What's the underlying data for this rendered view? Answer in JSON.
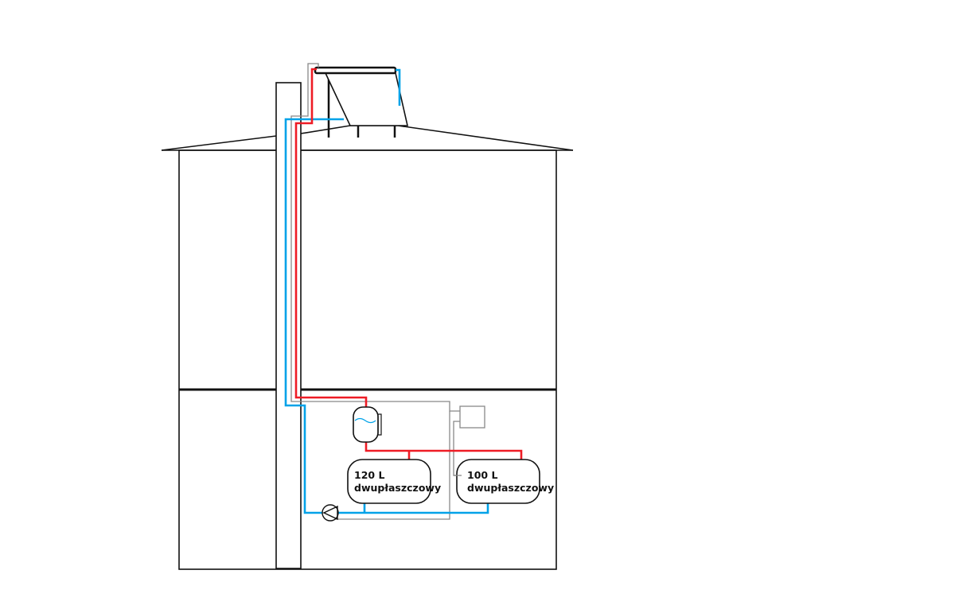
{
  "diagram": {
    "tank_120": {
      "volume": "120 L",
      "type": "dwupłaszczowy"
    },
    "tank_100": {
      "volume": "100 L",
      "type": "dwupłaszczowy"
    },
    "colors": {
      "hot": "#ee1c25",
      "cold": "#00a2e8",
      "control": "#888888",
      "structure": "#111111"
    }
  }
}
